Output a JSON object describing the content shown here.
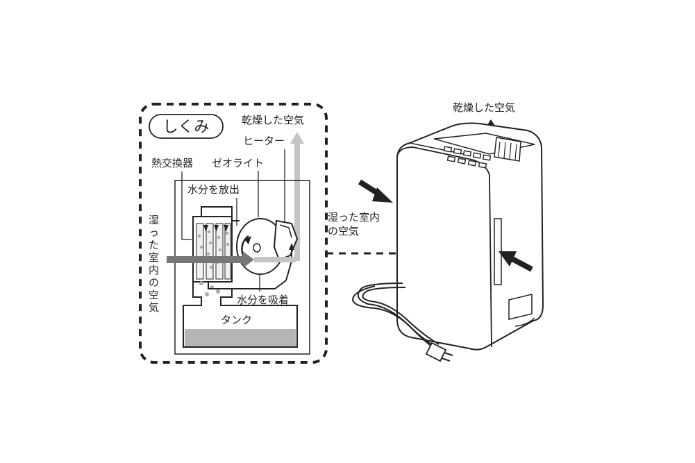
{
  "title": "しくみ",
  "labels": {
    "dry_air_top": "乾燥した空気",
    "heater": "ヒーター",
    "zeolite": "ゼオライト",
    "heat_exchanger": "熱交換器",
    "release_moisture": "水分を放出",
    "humid_air_vertical": [
      "湿",
      "っ",
      "た",
      "室",
      "内",
      "の",
      "空",
      "気"
    ],
    "absorb_moisture": "水分を吸着",
    "tank": "タンク",
    "dry_air_right": "乾燥した空気",
    "humid_air_right_line1": "湿った室内",
    "humid_air_right_line2": "の空気"
  },
  "colors": {
    "arrow_gray": "#777777",
    "light_arrow": "#c4c4c4",
    "water": "#b5b5b5",
    "outline": "#222222"
  }
}
